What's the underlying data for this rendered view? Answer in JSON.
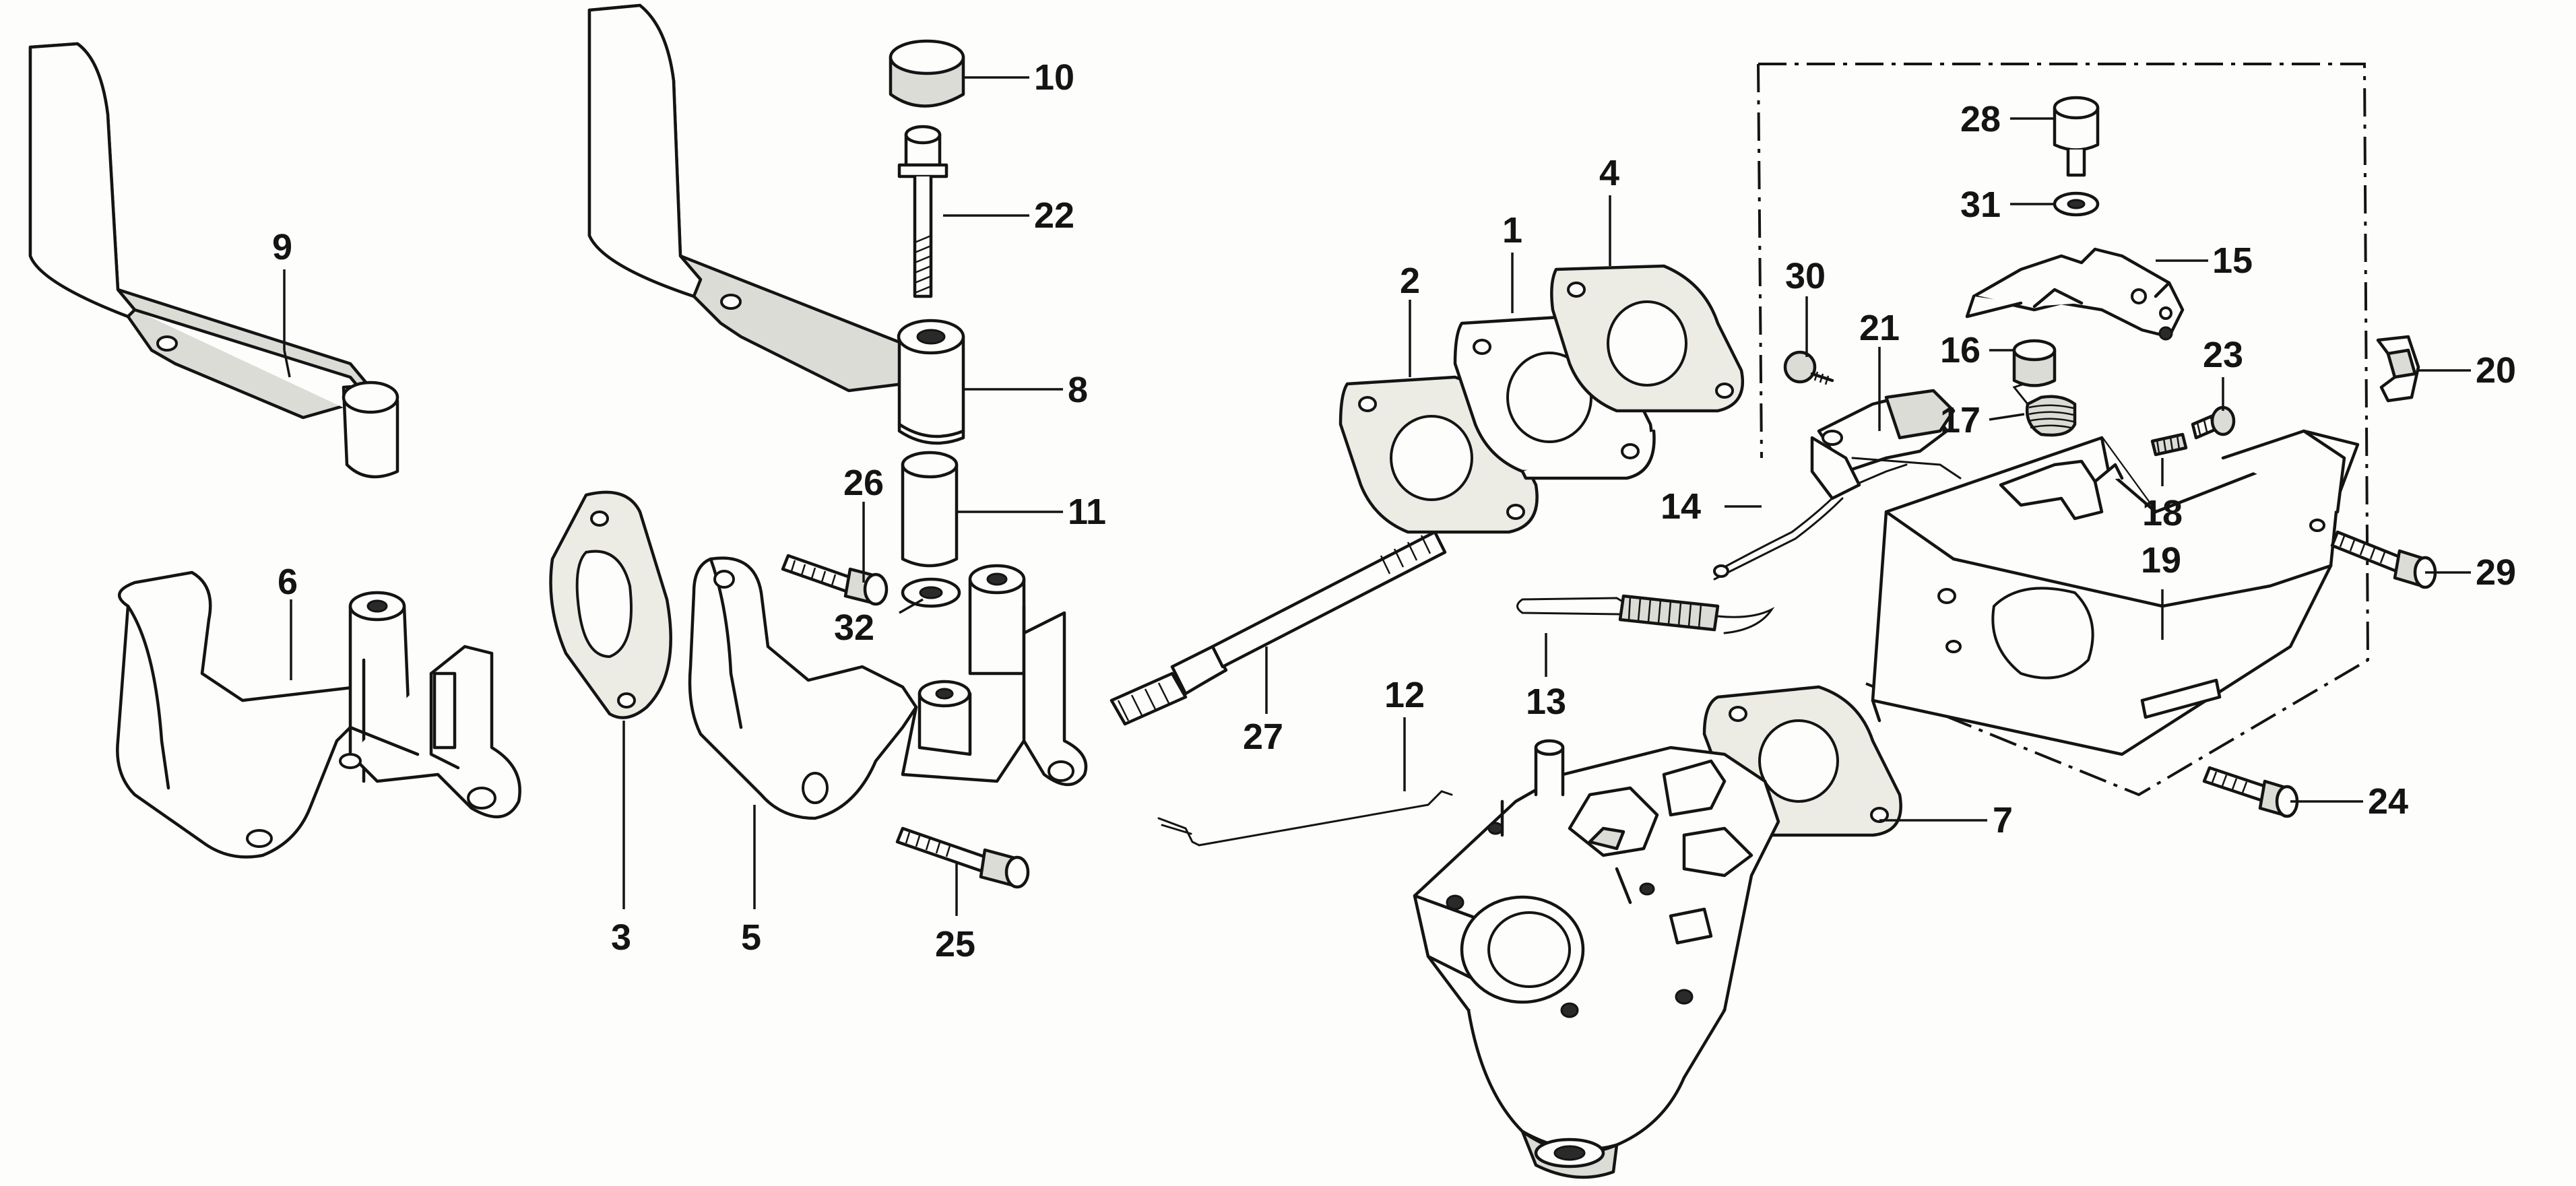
{
  "diagram": {
    "type": "exploded-parts-diagram",
    "subject": "carburetor and intake manifold assembly",
    "callouts": [
      {
        "id": "p1",
        "label": "1"
      },
      {
        "id": "p2",
        "label": "2"
      },
      {
        "id": "p3",
        "label": "3"
      },
      {
        "id": "p4",
        "label": "4"
      },
      {
        "id": "p5",
        "label": "5"
      },
      {
        "id": "p6",
        "label": "6"
      },
      {
        "id": "p7",
        "label": "7"
      },
      {
        "id": "p8",
        "label": "8"
      },
      {
        "id": "p9",
        "label": "9"
      },
      {
        "id": "p10",
        "label": "10"
      },
      {
        "id": "p11",
        "label": "11"
      },
      {
        "id": "p12",
        "label": "12"
      },
      {
        "id": "p13",
        "label": "13"
      },
      {
        "id": "p14",
        "label": "14"
      },
      {
        "id": "p15",
        "label": "15"
      },
      {
        "id": "p16",
        "label": "16"
      },
      {
        "id": "p17",
        "label": "17"
      },
      {
        "id": "p18",
        "label": "18"
      },
      {
        "id": "p19",
        "label": "19"
      },
      {
        "id": "p20",
        "label": "20"
      },
      {
        "id": "p21",
        "label": "21"
      },
      {
        "id": "p22",
        "label": "22"
      },
      {
        "id": "p23",
        "label": "23"
      },
      {
        "id": "p24",
        "label": "24"
      },
      {
        "id": "p25",
        "label": "25"
      },
      {
        "id": "p26",
        "label": "26"
      },
      {
        "id": "p27",
        "label": "27"
      },
      {
        "id": "p28",
        "label": "28"
      },
      {
        "id": "p29",
        "label": "29"
      },
      {
        "id": "p30",
        "label": "30"
      },
      {
        "id": "p31",
        "label": "31"
      },
      {
        "id": "p32",
        "label": "32"
      }
    ]
  },
  "colors": {
    "ink": "#141414",
    "paper": "#fdfdfb",
    "shade": "#dcdcd6",
    "gasket_fill": "#ecebe4"
  }
}
